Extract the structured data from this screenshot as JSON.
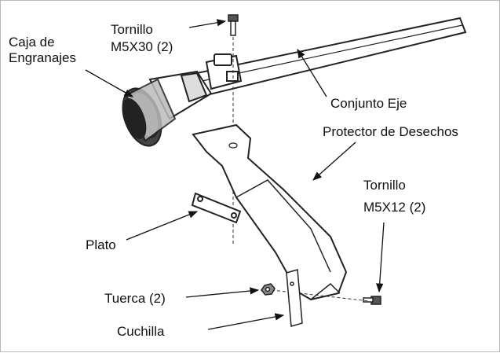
{
  "labels": {
    "gearbox_line1": "Caja de",
    "gearbox_line2": "Engranajes",
    "screw_top_line1": "Tornillo",
    "screw_top_line2": "M5X30 (2)",
    "shaft": "Conjunto Eje",
    "guard": "Protector de Desechos",
    "screw_right_line1": "Tornillo",
    "screw_right_line2": "M5X12 (2)",
    "plate": "Plato",
    "nut": "Tuerca (2)",
    "blade": "Cuchilla"
  }
}
